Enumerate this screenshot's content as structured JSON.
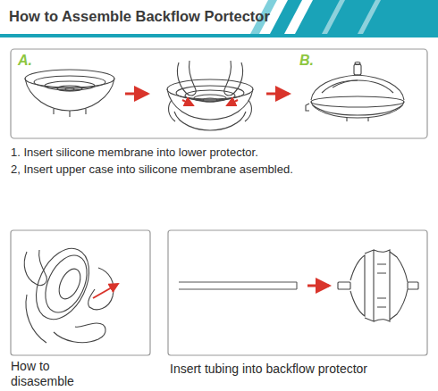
{
  "diagram": {
    "title": "How to Assemble Backflow Portector",
    "labels": [
      "A.",
      "B.",
      "1. Insert silicone membrane into lower protector.",
      "2, Insert upper case into silicone membrane asembled.",
      "How to disasemble",
      "Insert tubing into backflow protector"
    ]
  }
}
